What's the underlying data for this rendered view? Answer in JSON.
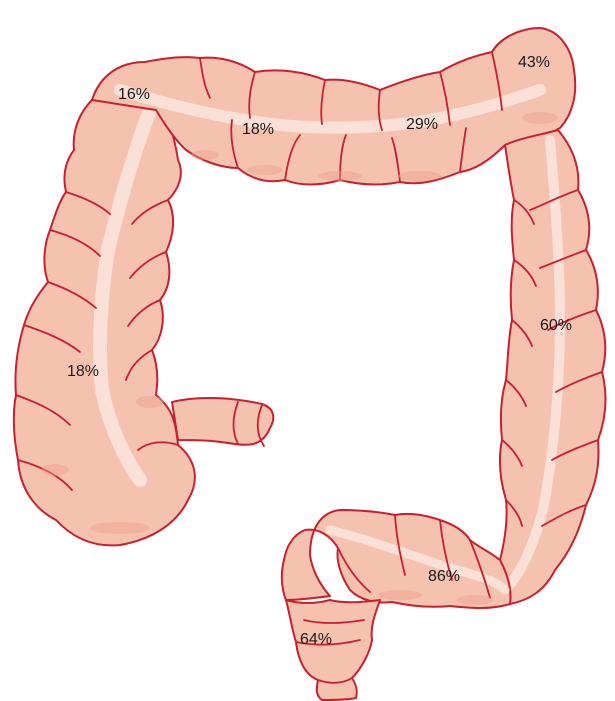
{
  "figure": {
    "colors": {
      "tissue": "#f6c2b0",
      "outline": "#c8202e",
      "highlight": "#fbe3da",
      "shade": "#eea08f",
      "label_text": "#1a1a1a"
    },
    "segment_labels": {
      "cecum": "18%",
      "hepatic_flexure": "16%",
      "transverse_right": "18%",
      "transverse_left": "29%",
      "splenic_flexure": "43%",
      "descending": "60%",
      "sigmoid": "86%",
      "rectum": "64%"
    }
  }
}
